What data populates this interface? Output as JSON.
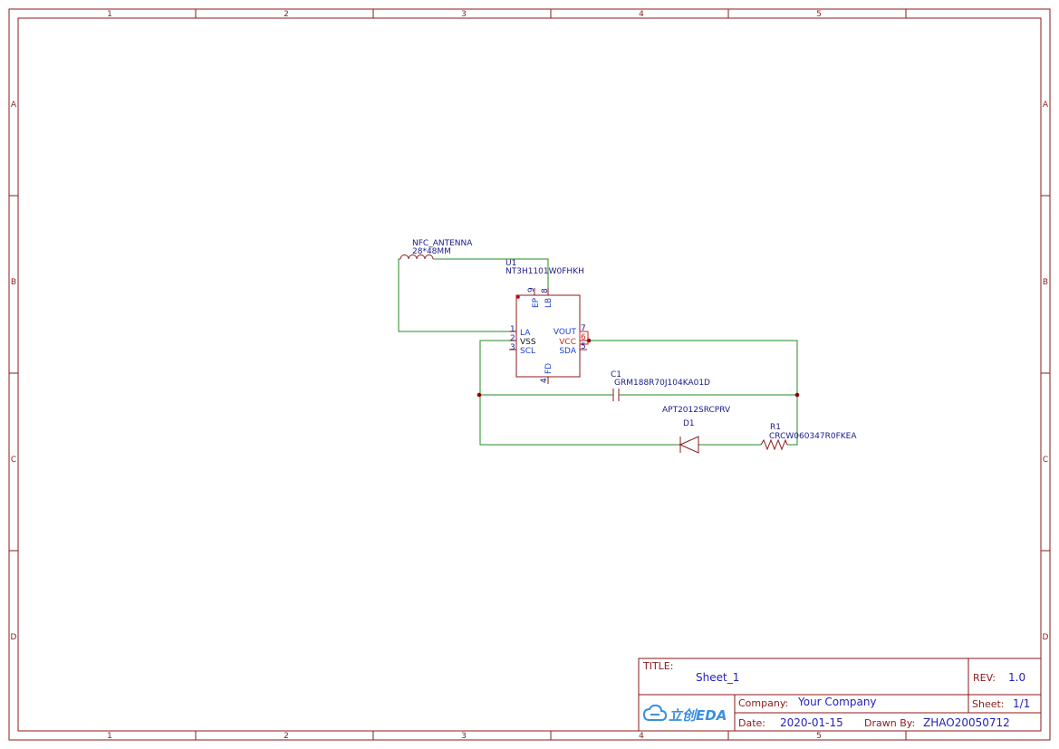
{
  "grid": {
    "columns": [
      "1",
      "2",
      "3",
      "4",
      "5"
    ],
    "rows": [
      "A",
      "B",
      "C",
      "D"
    ]
  },
  "components": {
    "antenna": {
      "name": "NFC_ANTENNA",
      "value": "28*48MM"
    },
    "u1": {
      "ref": "U1",
      "part": "NT3H1101W0FHKH",
      "pins": {
        "ep": "EP",
        "ep_num": "9",
        "lb": "LB",
        "lb_num": "8",
        "la": "LA",
        "la_num": "1",
        "vss": "VSS",
        "vss_num": "2",
        "scl": "SCL",
        "scl_num": "3",
        "fd": "FD",
        "fd_num": "4",
        "vout": "VOUT",
        "vout_num": "7",
        "vcc": "VCC",
        "vcc_num": "6",
        "sda": "SDA",
        "sda_num": "5"
      }
    },
    "c1": {
      "ref": "C1",
      "part": "GRM188R70J104KA01D"
    },
    "d1": {
      "ref": "D1",
      "part": "APT2012SRCPRV"
    },
    "r1": {
      "ref": "R1",
      "part": "CRCW060347R0FKEA"
    }
  },
  "title_block": {
    "title_label": "TITLE:",
    "title": "Sheet_1",
    "rev_label": "REV:",
    "rev": "1.0",
    "company_label": "Company:",
    "company": "Your Company",
    "sheet_label": "Sheet:",
    "sheet": "1/1",
    "date_label": "Date:",
    "date": "2020-01-15",
    "drawn_label": "Drawn By:",
    "drawn_by": "ZHAO20050712",
    "logo_text": "立创EDA"
  },
  "colors": {
    "frame": "#8b1a1a",
    "wire": "#228b22",
    "label": "#1a1a8b",
    "power_pin": "#cc2222",
    "junction": "#8b0000"
  }
}
